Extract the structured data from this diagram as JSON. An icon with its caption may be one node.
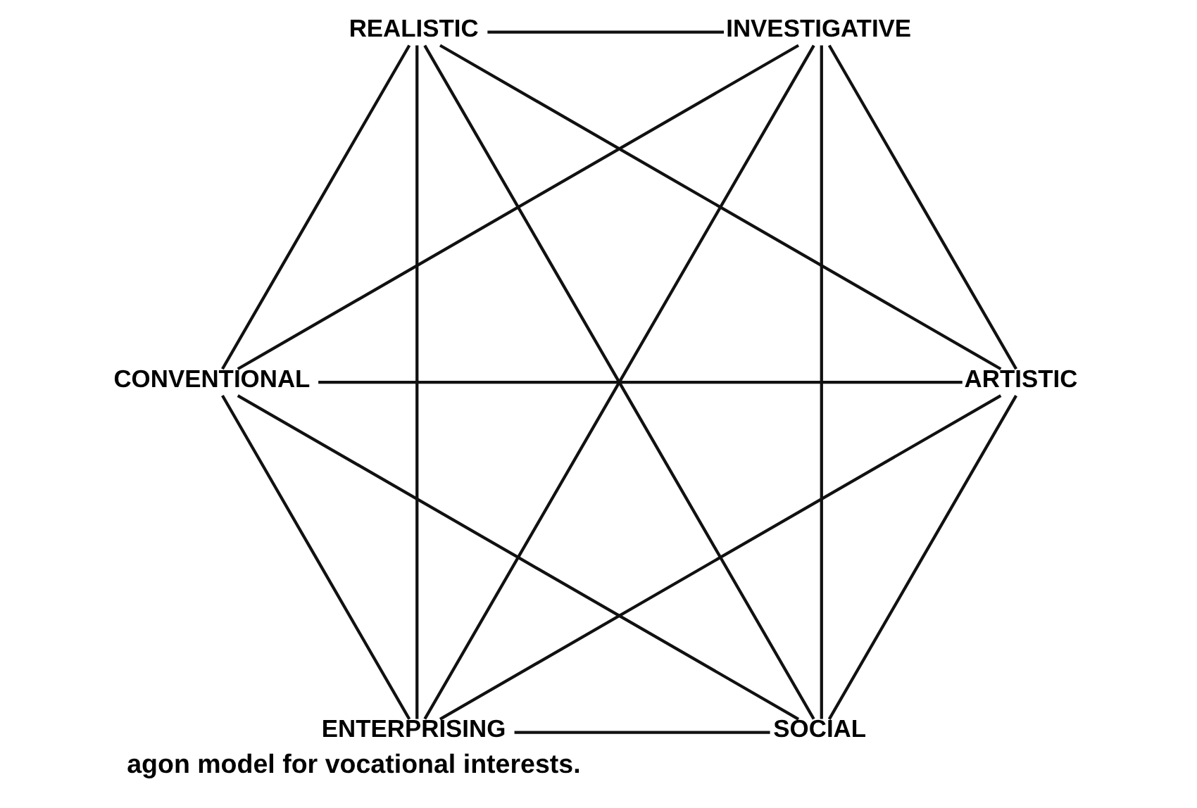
{
  "diagram": {
    "caption": "agon model for vocational interests.",
    "nodes": [
      {
        "text": [
          "REALISTIC"
        ]
      },
      {
        "text": [
          "INVESTIGATIVE"
        ]
      },
      {
        "text": [
          "CONVENTIONAL"
        ]
      },
      {
        "text": [
          "ARTISTIC"
        ]
      },
      {
        "text": [
          "ENTERPRISING"
        ]
      },
      {
        "text": [
          "SOCIAL"
        ]
      }
    ],
    "edges": [
      {
        "from": 5,
        "to": 3,
        "arrow": "none"
      },
      {
        "from": 3,
        "to": 2,
        "arrow": "none"
      },
      {
        "from": 2,
        "to": 0,
        "arrow": "none"
      },
      {
        "from": 0,
        "to": 1,
        "arrow": "none"
      },
      {
        "from": 1,
        "to": 4,
        "arrow": "none"
      },
      {
        "from": 4,
        "to": 5,
        "arrow": "none"
      },
      {
        "from": 2,
        "to": 5,
        "arrow": "none"
      },
      {
        "from": 2,
        "to": 4,
        "arrow": "none"
      },
      {
        "from": 2,
        "to": 1,
        "arrow": "none"
      },
      {
        "from": 3,
        "to": 4,
        "arrow": "none"
      },
      {
        "from": 3,
        "to": 1,
        "arrow": "none"
      },
      {
        "from": 3,
        "to": 0,
        "arrow": "none"
      },
      {
        "from": 0,
        "to": 5,
        "arrow": "none"
      },
      {
        "from": 0,
        "to": 4,
        "arrow": "none"
      },
      {
        "from": 1,
        "to": 5,
        "arrow": "none"
      }
    ]
  }
}
